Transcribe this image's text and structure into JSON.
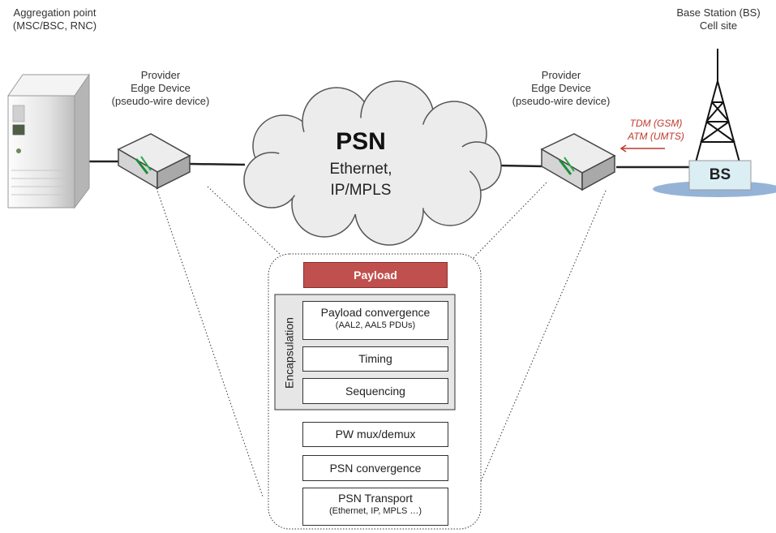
{
  "labels": {
    "aggregation_line1": "Aggregation point",
    "aggregation_line2": "(MSC/BSC, RNC)",
    "pe_left_line1": "Provider",
    "pe_left_line2": "Edge Device",
    "pe_left_line3": "(pseudo-wire device)",
    "pe_right_line1": "Provider",
    "pe_right_line2": "Edge Device",
    "pe_right_line3": "(pseudo-wire device)",
    "bs_line1": "Base Station (BS)",
    "bs_line2": "Cell site",
    "bs_box": "BS",
    "tdm": "TDM (GSM)",
    "atm": "ATM (UMTS)"
  },
  "cloud": {
    "title": "PSN",
    "line1": "Ethernet,",
    "line2": "IP/MPLS"
  },
  "stack": {
    "payload": "Payload",
    "encapsulation": "Encapsulation",
    "payload_convergence": "Payload convergence",
    "payload_convergence_sub": "(AAL2, AAL5  PDUs)",
    "timing": "Timing",
    "sequencing": "Sequencing",
    "pw_mux": "PW mux/demux",
    "psn_convergence": "PSN convergence",
    "psn_transport": "PSN Transport",
    "psn_transport_sub": "(Ethernet, IP, MPLS …)"
  },
  "colors": {
    "payload_fill": "#c0504d",
    "encapsulation_fill": "#e6e6e6",
    "cloud_fill": "#ececec",
    "bs_fill": "#dbeef4",
    "bs_ellipse": "#95b3d7",
    "tdm_text": "#c0392b"
  }
}
